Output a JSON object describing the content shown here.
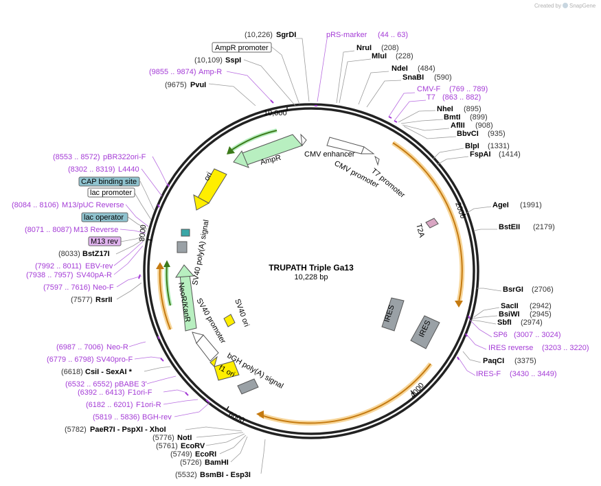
{
  "plasmid": {
    "name": "TRUPATH Triple Ga13",
    "length": "10,228 bp",
    "watermark": "Created by",
    "watermark_brand": "SnapGene"
  },
  "ruler": [
    {
      "label": "10,000"
    },
    {
      "label": "2000"
    },
    {
      "label": "4000"
    },
    {
      "label": "6000"
    },
    {
      "label": "8000"
    }
  ],
  "features": [
    {
      "name": "CMV enhancer",
      "kind": "white"
    },
    {
      "name": "CMV promoter",
      "kind": "white"
    },
    {
      "name": "T7 promoter",
      "kind": "white"
    },
    {
      "name": "T2A",
      "kind": "pink"
    },
    {
      "name": "IRES",
      "kind": "gray"
    },
    {
      "name": "IRES",
      "kind": "gray"
    },
    {
      "name": "bGH poly(A) signal",
      "kind": "gray"
    },
    {
      "name": "f1 ori",
      "kind": "yellow"
    },
    {
      "name": "SV40 ori",
      "kind": "yellow"
    },
    {
      "name": "SV40 promoter",
      "kind": "white"
    },
    {
      "name": "NeoR/KanR",
      "kind": "green"
    },
    {
      "name": "SV40 poly(A) signal",
      "kind": "gray"
    },
    {
      "name": "ori",
      "kind": "yellow"
    },
    {
      "name": "AmpR",
      "kind": "green"
    }
  ],
  "labels_right": [
    {
      "pos": "(10,226)",
      "name": "SgrDI",
      "type": "enzyme"
    },
    {
      "pos": "(44 .. 63)",
      "name": "pRS-marker",
      "type": "primer"
    },
    {
      "pos": "(208)",
      "name": "NruI",
      "type": "enzyme"
    },
    {
      "pos": "(228)",
      "name": "MluI",
      "type": "enzyme"
    },
    {
      "pos": "(484)",
      "name": "NdeI",
      "type": "enzyme"
    },
    {
      "pos": "(590)",
      "name": "SnaBI",
      "type": "enzyme"
    },
    {
      "pos": "(769 .. 789)",
      "name": "CMV-F",
      "type": "primer"
    },
    {
      "pos": "(863 .. 882)",
      "name": "T7",
      "type": "primer"
    },
    {
      "pos": "(895)",
      "name": "NheI",
      "type": "enzyme"
    },
    {
      "pos": "(899)",
      "name": "BmtI",
      "type": "enzyme"
    },
    {
      "pos": "(908)",
      "name": "AflII",
      "type": "enzyme"
    },
    {
      "pos": "(935)",
      "name": "BbvCI",
      "type": "enzyme"
    },
    {
      "pos": "(1331)",
      "name": "BlpI",
      "type": "enzyme"
    },
    {
      "pos": "(1414)",
      "name": "FspAI",
      "type": "enzyme"
    },
    {
      "pos": "(1991)",
      "name": "AgeI",
      "type": "enzyme"
    },
    {
      "pos": "(2179)",
      "name": "BstEII",
      "type": "enzyme"
    },
    {
      "pos": "(2706)",
      "name": "BsrGI",
      "type": "enzyme"
    },
    {
      "pos": "(2942)",
      "name": "SacII",
      "type": "enzyme"
    },
    {
      "pos": "(2945)",
      "name": "BsiWI",
      "type": "enzyme"
    },
    {
      "pos": "(2974)",
      "name": "SbfI",
      "type": "enzyme"
    },
    {
      "pos": "(3007 .. 3024)",
      "name": "SP6",
      "type": "primer"
    },
    {
      "pos": "(3203 .. 3220)",
      "name": "IRES reverse",
      "type": "primer"
    },
    {
      "pos": "(3375)",
      "name": "PaqCI",
      "type": "enzyme"
    },
    {
      "pos": "(3430 .. 3449)",
      "name": "IRES-F",
      "type": "primer"
    }
  ],
  "labels_left": [
    {
      "pos": "",
      "name": "AmpR promoter",
      "type": "box-white"
    },
    {
      "pos": "(10,109)",
      "name": "SspI",
      "type": "enzyme"
    },
    {
      "pos": "(9855 .. 9874)",
      "name": "Amp-R",
      "type": "primer"
    },
    {
      "pos": "(9675)",
      "name": "PvuI",
      "type": "enzyme"
    },
    {
      "pos": "(8553 .. 8572)",
      "name": "pBR322ori-F",
      "type": "primer"
    },
    {
      "pos": "(8302 .. 8319)",
      "name": "L4440",
      "type": "primer"
    },
    {
      "pos": "",
      "name": "CAP binding site",
      "type": "box-blue"
    },
    {
      "pos": "",
      "name": "lac promoter",
      "type": "box-white"
    },
    {
      "pos": "(8084 .. 8106)",
      "name": "M13/pUC Reverse",
      "type": "primer"
    },
    {
      "pos": "",
      "name": "lac operator",
      "type": "box-blue"
    },
    {
      "pos": "(8071 .. 8087)",
      "name": "M13 Reverse",
      "type": "primer"
    },
    {
      "pos": "",
      "name": "M13 rev",
      "type": "box-purple"
    },
    {
      "pos": "(8033)",
      "name": "BstZ17I",
      "type": "enzyme"
    },
    {
      "pos": "(7992 .. 8011)",
      "name": "EBV-rev",
      "type": "primer"
    },
    {
      "pos": "(7938 .. 7957)",
      "name": "SV40pA-R",
      "type": "primer"
    },
    {
      "pos": "(7597 .. 7616)",
      "name": "Neo-F",
      "type": "primer"
    },
    {
      "pos": "(7577)",
      "name": "RsrII",
      "type": "enzyme"
    },
    {
      "pos": "(6987 .. 7006)",
      "name": "Neo-R",
      "type": "primer"
    },
    {
      "pos": "(6779 .. 6798)",
      "name": "SV40pro-F",
      "type": "primer"
    },
    {
      "pos": "(6618)",
      "name": "CsiI  -  SexAI *",
      "type": "enzyme"
    },
    {
      "pos": "(6532 .. 6552)",
      "name": "pBABE 3'",
      "type": "primer"
    },
    {
      "pos": "(6392 .. 6413)",
      "name": "F1ori-F",
      "type": "primer"
    },
    {
      "pos": "(6182 .. 6201)",
      "name": "F1ori-R",
      "type": "primer"
    },
    {
      "pos": "(5819 .. 5836)",
      "name": "BGH-rev",
      "type": "primer"
    },
    {
      "pos": "(5782)",
      "name": "PaeR7I  -  PspXI  -  XhoI",
      "type": "enzyme"
    },
    {
      "pos": "(5776)",
      "name": "NotI",
      "type": "enzyme"
    },
    {
      "pos": "(5761)",
      "name": "EcoRV",
      "type": "enzyme"
    },
    {
      "pos": "(5749)",
      "name": "EcoRI",
      "type": "enzyme"
    },
    {
      "pos": "(5726)",
      "name": "BamHI",
      "type": "enzyme"
    },
    {
      "pos": "(5532)",
      "name": "BsmBI  -  Esp3I",
      "type": "enzyme"
    }
  ],
  "colors": {
    "backbone": "#222222",
    "primer": "#a43bd6",
    "orange_arc": "#e89a1e",
    "green": "#b8efc0",
    "green_arrow": "#3c9a2e",
    "yellow": "#ffee00",
    "gray": "#9aa1a6",
    "blue_box": "#8fc3cf",
    "purple_box": "#e0b3ee",
    "pink": "#d9a6c3"
  }
}
